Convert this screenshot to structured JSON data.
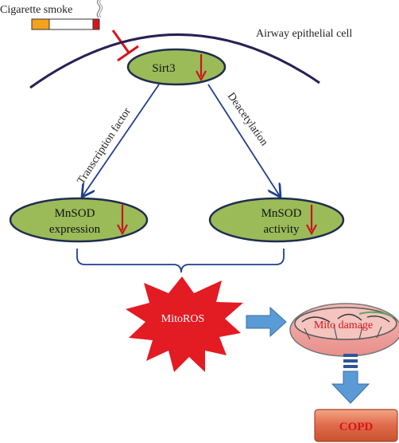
{
  "labels": {
    "cigarette_smoke": "Cigarette smoke",
    "cell": "Airway epithelial cell",
    "sirt3": "Sirt3",
    "transcription_factor": "Transcription factor",
    "deacetylation": "Deacetylation",
    "mnsod_expression_line1": "MnSOD",
    "mnsod_expression_line2": "expression",
    "mnsod_activity_line1": "MnSOD",
    "mnsod_activity_line2": "activity",
    "mitoros": "MitoROS",
    "mito_damage": "Mito damage",
    "copd": "COPD"
  },
  "colors": {
    "node_fill": "#9bbb59",
    "node_stroke": "#1f2d4d",
    "arrow_blue": "#1f3f8f",
    "down_arrow_red": "#c8161d",
    "inhibit_red": "#d8141b",
    "starburst": "#e31b23",
    "block_arrow": "#5b9bd5",
    "copd_fill": "#e06a4a",
    "membrane": "#2a1f55"
  },
  "icons": [
    "cigarette-icon",
    "down-arrow-icon",
    "inhibition-icon",
    "starburst-icon",
    "mitochondrion-icon",
    "block-arrow-icon"
  ]
}
